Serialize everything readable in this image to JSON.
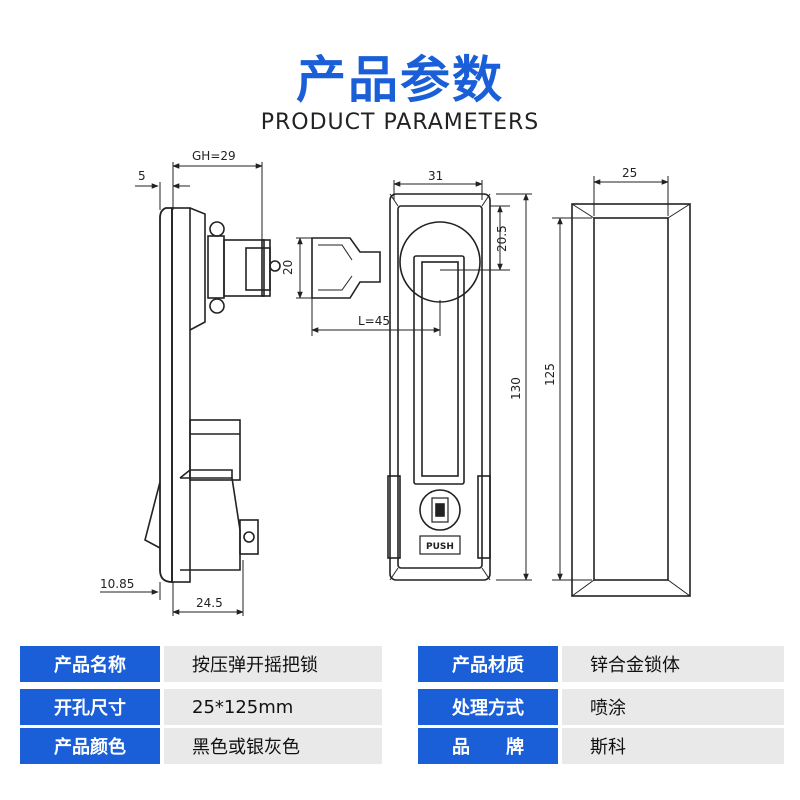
{
  "header": {
    "title_cn": "产品参数",
    "title_en": "PRODUCT PARAMETERS"
  },
  "drawing": {
    "dimensions": {
      "gh": "GH=29",
      "d5": "5",
      "d20": "20",
      "l45": "L=45",
      "d10_85": "10.85",
      "d24_5": "24.5",
      "d31": "31",
      "d20_5": "20.5",
      "d130": "130",
      "d25": "25",
      "d125": "125"
    },
    "button_text": "PUSH"
  },
  "specs": {
    "left": [
      {
        "label": "产品名称",
        "value": "按压弹开摇把锁"
      },
      {
        "label": "开孔尺寸",
        "value": "25*125mm"
      },
      {
        "label": "产品颜色",
        "value": "黑色或银灰色"
      }
    ],
    "right": [
      {
        "label": "产品材质",
        "value": "锌合金锁体"
      },
      {
        "label": "处理方式",
        "value": "喷涂"
      },
      {
        "label": "品　　牌",
        "value": "斯科"
      }
    ]
  },
  "colors": {
    "accent": "#1a5fd8",
    "value_bg": "#e9e9e9",
    "line": "#222222"
  }
}
